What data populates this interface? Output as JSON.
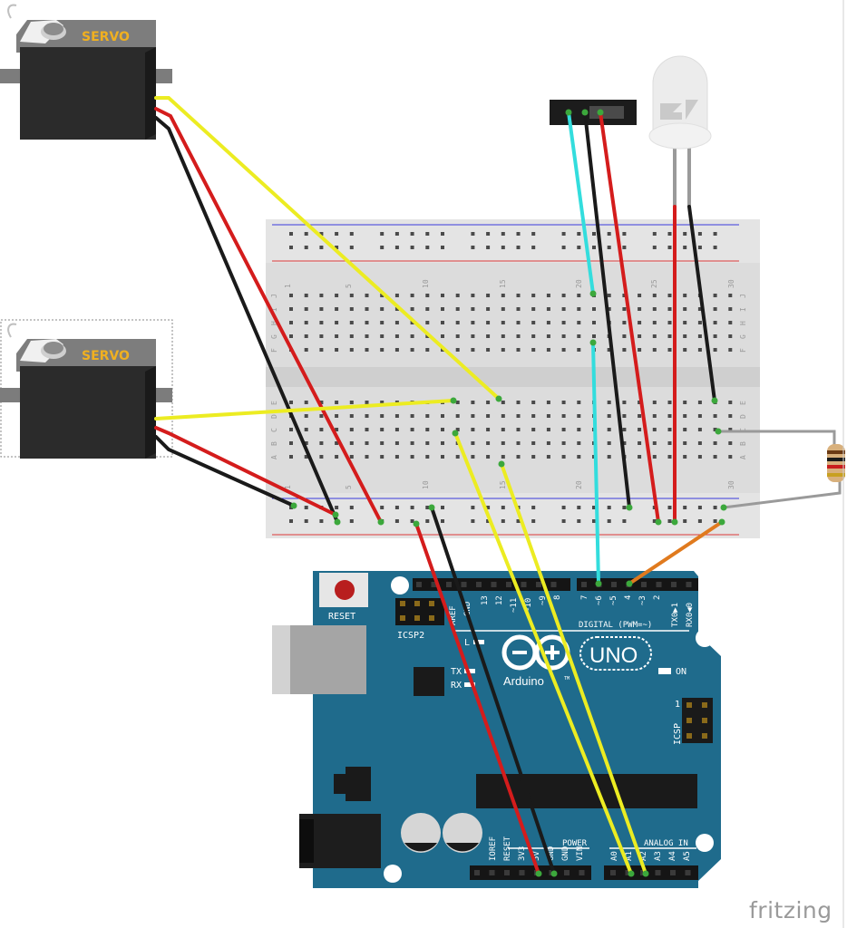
{
  "servo": {
    "top_label": "SERVO",
    "bottom_label": "SERVO"
  },
  "breadboard": {
    "col_numbers": [
      "1",
      "5",
      "10",
      "15",
      "20",
      "25",
      "30"
    ],
    "row_letters_top": [
      "J",
      "I",
      "H",
      "G",
      "F"
    ],
    "row_letters_bottom": [
      "E",
      "D",
      "C",
      "B",
      "A"
    ]
  },
  "arduino": {
    "reset_label": "RESET",
    "icsp2_label": "ICSP2",
    "icsp_label": "ICSP",
    "icsp_pin1": "1",
    "aref_label": "AREF",
    "gnd_label": "GND",
    "digital_pins": [
      "13",
      "12",
      "~11",
      "~10",
      "~9",
      "8",
      "7",
      "~6",
      "~5",
      "4",
      "~3",
      "2",
      "TX0▶1",
      "RX0◀0"
    ],
    "digital_label": "DIGITAL (PWM=~)",
    "tx_label": "TX",
    "rx_label": "RX",
    "l_label": "L",
    "on_label": "ON",
    "brand": "Arduino",
    "tm": "TM",
    "model": "UNO",
    "power_label": "POWER",
    "power_pins": [
      "IOREF",
      "RESET",
      "3V3",
      "5V",
      "GND",
      "GND",
      "VIN"
    ],
    "analog_label": "ANALOG IN",
    "analog_pins": [
      "A0",
      "A1",
      "A2",
      "A3",
      "A4",
      "A5"
    ]
  },
  "watermark": "fritzing",
  "colors": {
    "board": "#1f6b8c",
    "wire_yellow": "#ecec22",
    "wire_red": "#d41c1c",
    "wire_black": "#1a1a1a",
    "wire_cyan": "#33dddd",
    "wire_orange": "#e07a1e",
    "servo_body": "#2b2b2b",
    "servo_label": "#f0b020"
  }
}
